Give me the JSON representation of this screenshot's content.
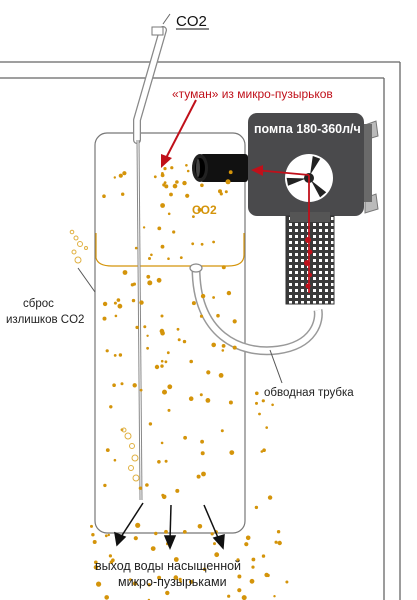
{
  "labels": {
    "co2_input": "CO2",
    "fog": "«туман» из микро-пузырьков",
    "pump": "помпа 180-360л/ч",
    "co2_chamber": "CO2",
    "excess_line1": "сброс",
    "excess_line2": "излишков CO2",
    "bypass": "обводная трубка",
    "outlet_line1": "выход воды насыщенной",
    "outlet_line2": "микро-пузырьками"
  },
  "colors": {
    "bubble": "#d4940a",
    "bubble_hollow": "#e0b040",
    "arrow_red": "#c0101a",
    "pump_body": "#4a4a4c",
    "line": "#555555",
    "chamber_edge": "#d4940a"
  }
}
